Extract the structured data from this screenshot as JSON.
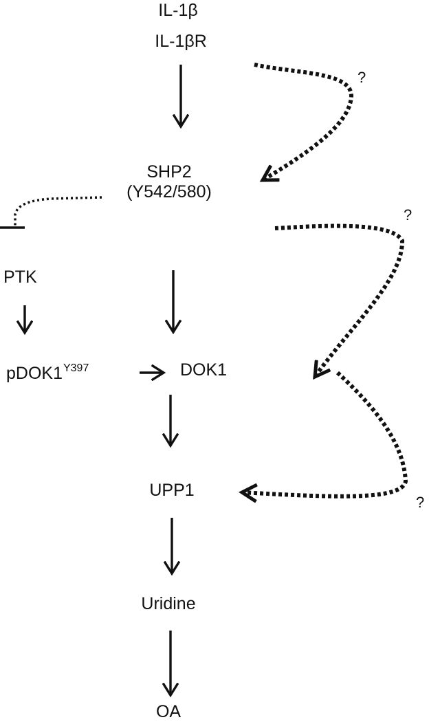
{
  "nodes": {
    "il1b": "IL-1β",
    "il1br": "IL-1βR",
    "shp2_line1": "SHP2",
    "shp2_line2": "(Y542/580)",
    "ptk": "PTK",
    "pdok1": "pDOK1",
    "pdok1_sup": "Y397",
    "dok1": "DOK1",
    "upp1": "UPP1",
    "uridine": "Uridine",
    "oa": "OA"
  },
  "question_marks": {
    "q1": "?",
    "q2": "?",
    "q3": "?"
  },
  "colors": {
    "ink": "#111111",
    "background": "#ffffff"
  }
}
